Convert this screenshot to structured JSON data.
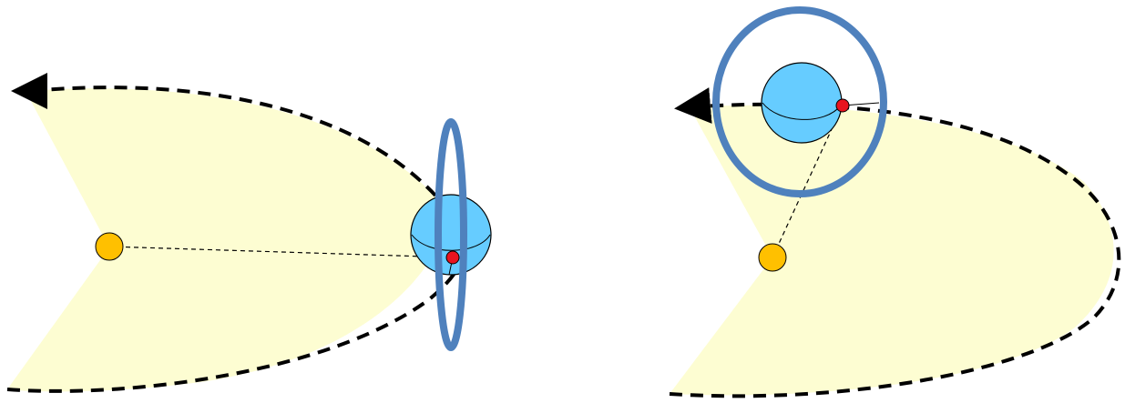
{
  "colors": {
    "background": "#ffffff",
    "swept_region": "#fdfdd2",
    "orbit_path": "#000000",
    "ring": "#4f81bd",
    "planet": "#66ccff",
    "planet_outline": "#000000",
    "star": "#ffc000",
    "moon": "#e8141e",
    "line_of_sight": "#000000"
  },
  "diagrams": [
    {
      "view": "left",
      "elements": [
        "swept-region",
        "orbit-path",
        "star",
        "planet",
        "ring",
        "moon",
        "line-of-sight"
      ]
    },
    {
      "view": "right",
      "elements": [
        "swept-region",
        "orbit-path",
        "star",
        "planet",
        "ring",
        "moon",
        "line-of-sight"
      ]
    }
  ]
}
